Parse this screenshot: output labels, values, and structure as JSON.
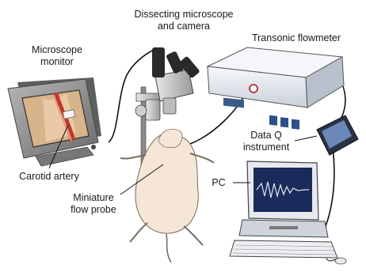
{
  "labels": {
    "dissecting_microscope": [
      "Dissecting microscope",
      "and camera"
    ],
    "microscope_monitor": [
      "Microscope",
      "monitor"
    ],
    "transonic_flowmeter": "Transonic flowmeter",
    "carotid_artery": "Carotid artery",
    "data_q_instrument": [
      "Data Q",
      "instrument"
    ],
    "pc": "PC",
    "miniature_flow_probe": [
      "Miniature",
      "flow probe"
    ]
  },
  "colors": {
    "monitor_body": "#8e8e8e",
    "screen_bg": "#d8b48a",
    "artery": "#c0392b",
    "flowmeter_body": "#eef1f5",
    "flowmeter_panel": "#3a5a8a",
    "pc_screen": "#1a2a5a",
    "waveform": "#d8dde6",
    "animal_body": "#f5e6d8",
    "cable": "#111111"
  }
}
